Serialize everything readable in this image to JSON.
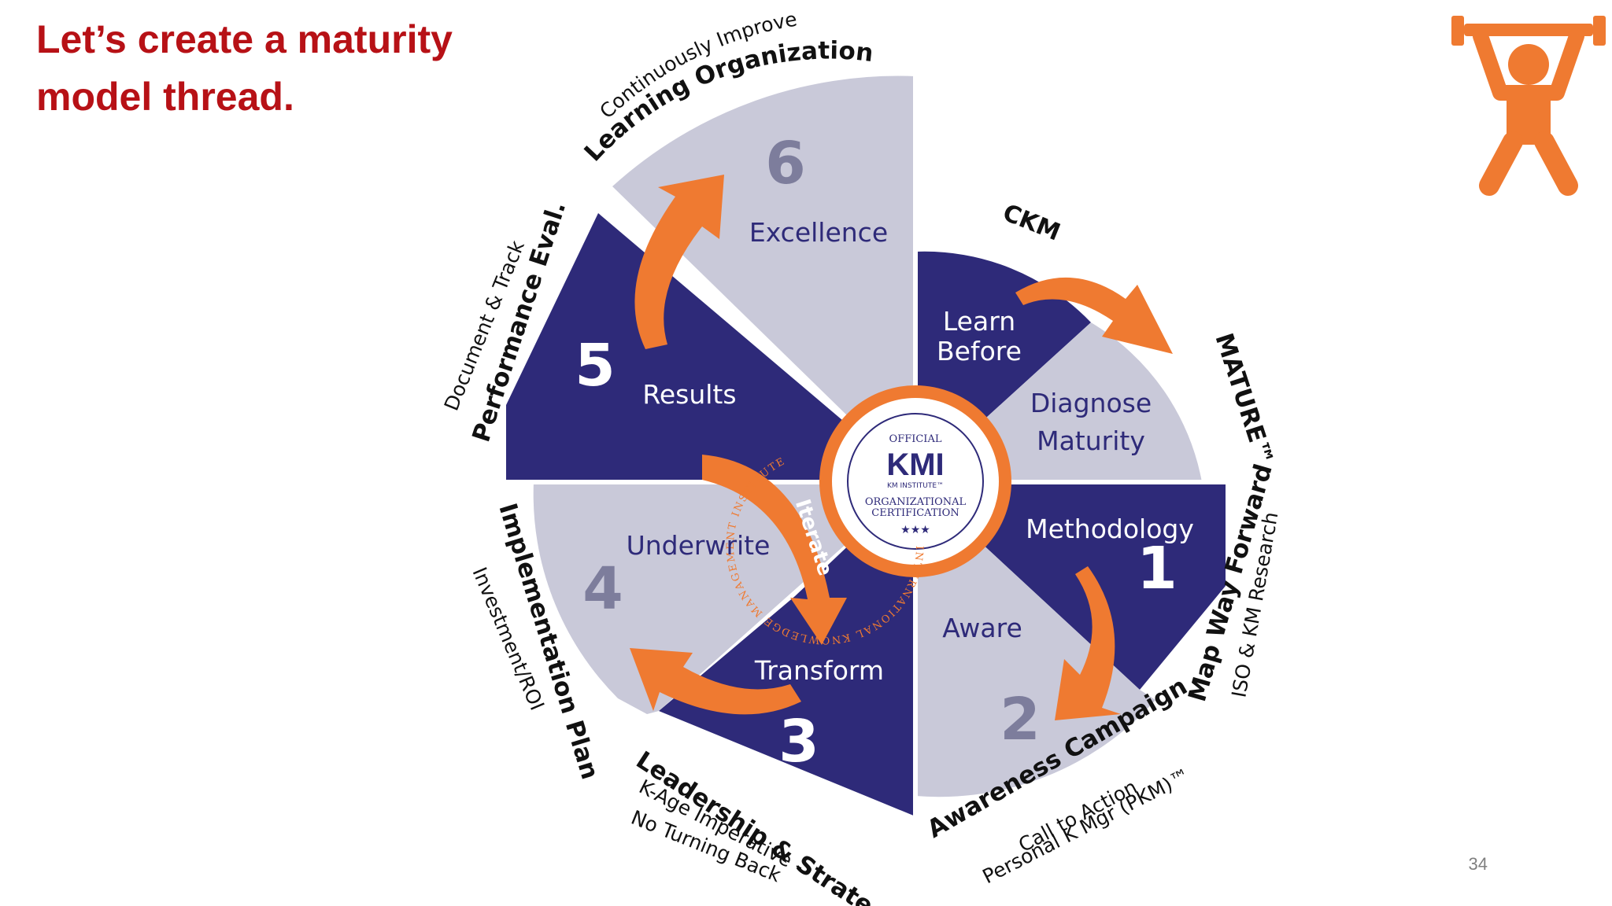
{
  "slide": {
    "title_lines": [
      "Let’s create a maturity",
      "model thread."
    ],
    "page_number": "34"
  },
  "colors": {
    "title_red": "#b71116",
    "navy": "#2e2a79",
    "light_gray": "#c9c9d9",
    "orange": "#ef7a31",
    "number_gray": "#7d7d9c"
  },
  "center_seal": {
    "ring_text": "INTERNATIONAL KNOWLEDGE MANAGEMENT INSTITUTE",
    "official": "OFFICIAL",
    "logo": "KMI",
    "sub_logo": "KM INSTITUTE™",
    "cert_line1": "ORGANIZATIONAL",
    "cert_line2": "CERTIFICATION",
    "stars": "★★★"
  },
  "segments": {
    "learn_before": [
      "Learn",
      "Before"
    ],
    "diagnose_maturity": [
      "Diagnose",
      "Maturity"
    ],
    "methodology": "Methodology",
    "aware": "Aware",
    "transform": "Transform",
    "underwrite": "Underwrite",
    "results": "Results",
    "excellence": "Excellence",
    "iterate": "Iterate"
  },
  "step_numbers": [
    "1",
    "2",
    "3",
    "4",
    "5",
    "6"
  ],
  "outer_labels": {
    "ckm": "CKM",
    "mature": "MATURE™",
    "map_way_forward": "Map Way Forward",
    "iso_km_research": "ISO & KM Research",
    "awareness_campaign": "Awareness Campaign",
    "call_to_action": "Call to Action",
    "personal_k_mgr": "Personal K Mgr (PKM)™",
    "leadership_strategy": "Leadership & Strategy",
    "k_age_imperative": "K-Age Imperative -",
    "no_turning_back": "No Turning Back",
    "implementation_plan": "Implementation Plan",
    "investment_roi": "Investment/ROI",
    "performance_eval": "Performance Eval.",
    "document_track": "Document & Track",
    "learning_organization": "Learning Organization",
    "continuously_improve": "Continuously Improve"
  },
  "icons": [
    "weightlifter-icon"
  ]
}
